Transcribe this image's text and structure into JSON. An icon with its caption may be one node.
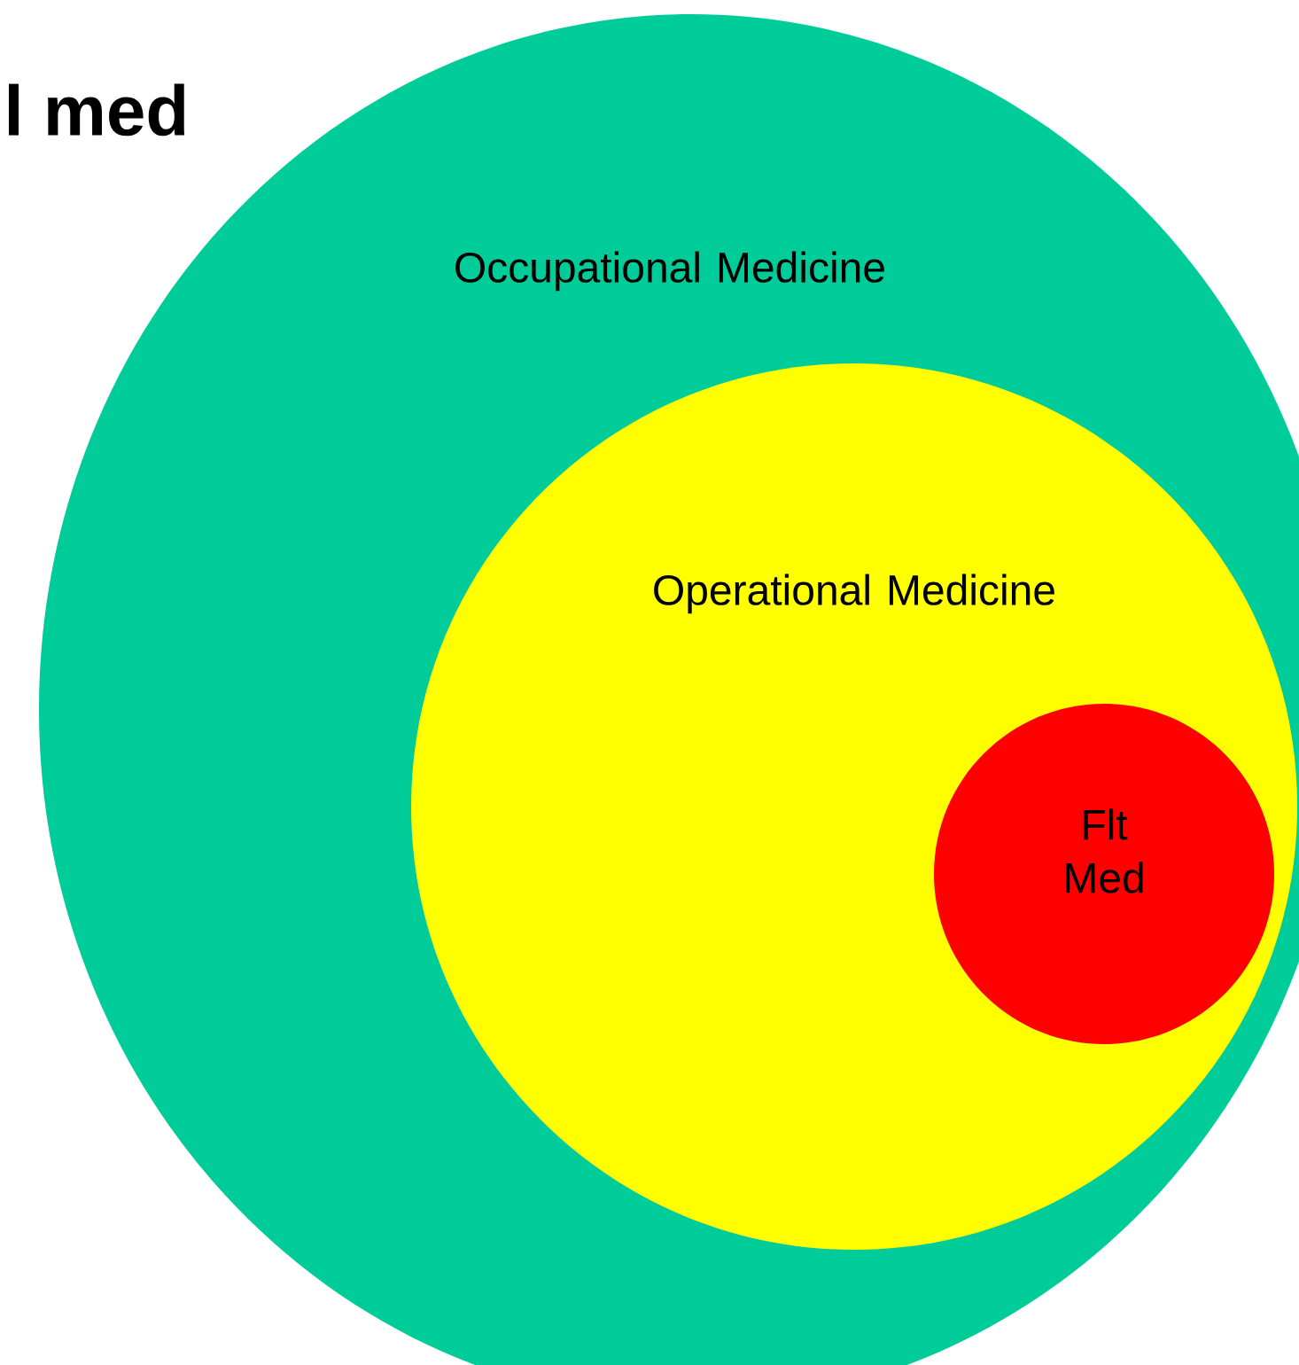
{
  "diagram": {
    "nodes": [
      {
        "text": [
          "Occupational Medicine"
        ]
      },
      {
        "text": [
          "Operational Medicine"
        ],
        "in": 0
      },
      {
        "text": [
          "Flt Med"
        ],
        "in": 1
      }
    ],
    "labels": [
      "l med"
    ]
  }
}
